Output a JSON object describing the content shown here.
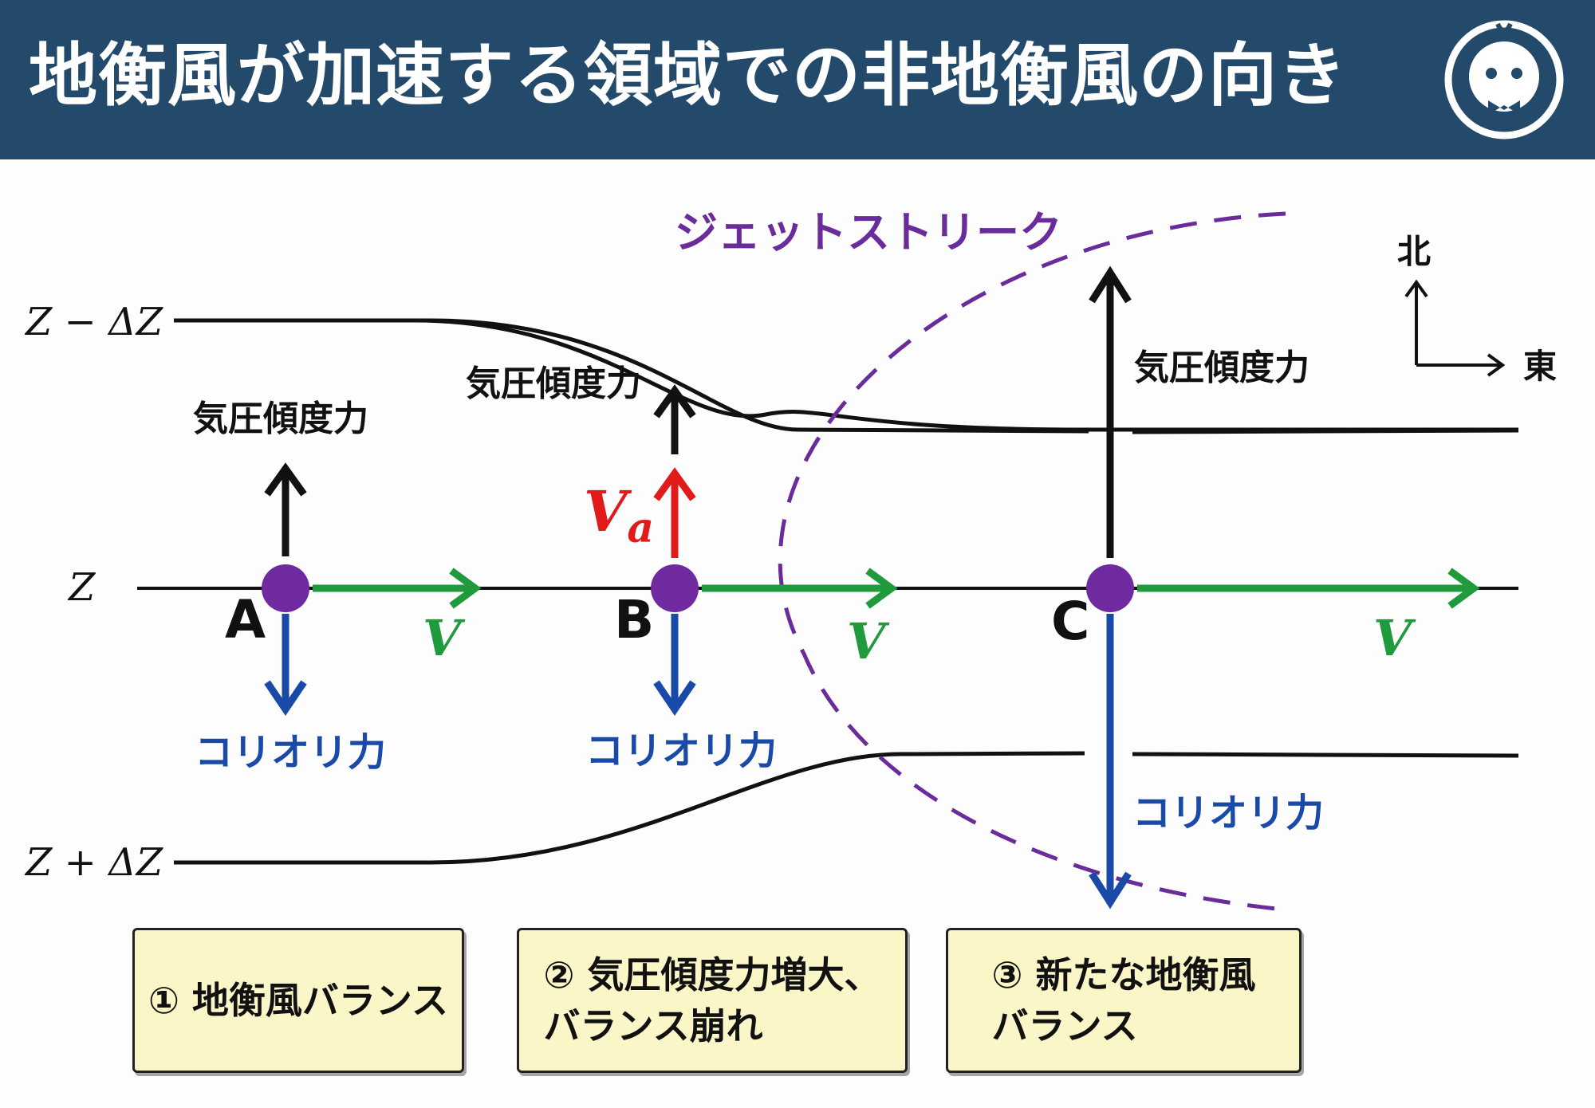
{
  "title": "地衡風が加速する領域での非地衡風の向き",
  "colors": {
    "header_bg": "#244a6b",
    "geostrophic_wind": "#1f9a3c",
    "coriolis": "#1a4aa8",
    "ageostrophic": "#e11a1a",
    "jet_streak": "#6a2c9a",
    "point": "#6f2aa0",
    "step_box": "#fbf6c8"
  },
  "diagram": {
    "jet_streak_label": "ジェットストリーク",
    "compass": {
      "north": "北",
      "east": "東"
    },
    "contours": {
      "upper": "Z − ΔZ",
      "middle": "Z",
      "lower": "Z + ΔZ"
    },
    "points": [
      {
        "id": "A",
        "pgf_label": "気圧傾度力",
        "wind_label": "V",
        "coriolis_label": "コリオリ力"
      },
      {
        "id": "B",
        "pgf_label": "気圧傾度力",
        "ageo_label": "V",
        "ageo_sub": "a",
        "wind_label": "V",
        "coriolis_label": "コリオリ力"
      },
      {
        "id": "C",
        "pgf_label": "気圧傾度力",
        "wind_label": "V",
        "coriolis_label": "コリオリ力"
      }
    ]
  },
  "steps": [
    {
      "text": "① 地衡風バランス"
    },
    {
      "text": "② 気圧傾度力増大、\nバランス崩れ"
    },
    {
      "text": "③ 新たな地衡風\nバランス"
    }
  ]
}
